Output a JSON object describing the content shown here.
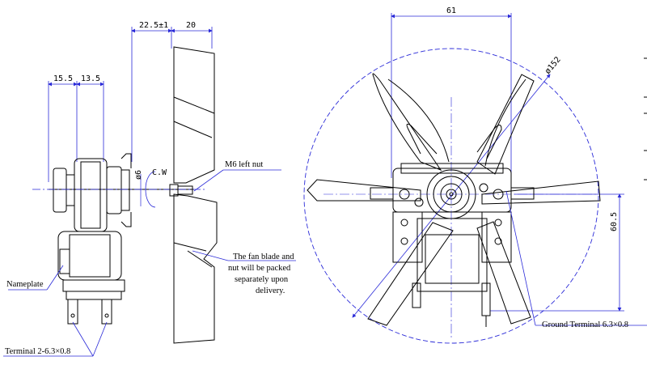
{
  "dimensions": {
    "shaft_dim_1": "15.5",
    "shaft_dim_2": "13.5",
    "blade_offset": "22.5±1",
    "blade_depth": "20",
    "shaft_dia": "ø6",
    "rotation": "C.W",
    "width_61": "61",
    "fan_dia": "ø152",
    "height_60_5": "60.5"
  },
  "labels": {
    "nut": "M6 left nut",
    "note_line1": "The fan blade and",
    "note_line2": "nut will be packed",
    "note_line3": "separately upon",
    "note_line4": "delivery.",
    "nameplate": "Nameplate",
    "terminal": "Terminal  2-6.3×0.8",
    "ground_terminal": "Ground Terminal 6.3×0.8"
  },
  "colors": {
    "dimension_line": "#2a2ad8",
    "drawing": "#000000"
  }
}
